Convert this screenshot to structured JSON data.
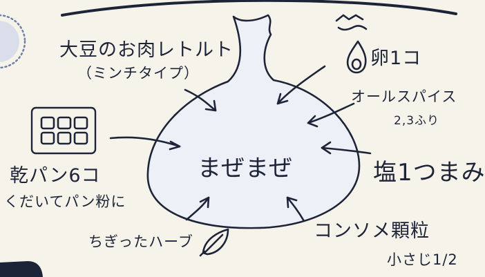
{
  "center": "まぜまぜ",
  "labels": {
    "soy_meat": "大豆のお肉レトルト",
    "mince_type": "（ミンチタイプ）",
    "egg": "卵1コ",
    "allspice": "オールスパイス",
    "allspice_amount": "2,3ふり",
    "salt": "塩1つまみ",
    "dry_bread": "乾パン6コ",
    "breadcrumbs": "くだいてパン粉に",
    "herbs": "ちぎったハーブ",
    "consomme": "コンソメ顆粒",
    "consomme_amount": "小さじ1/2"
  },
  "colors": {
    "ink": "#1e2438",
    "paper": "#f6f4ea",
    "bag_fill": "#eef0f8",
    "accent_blue": "#2f4a8a"
  }
}
